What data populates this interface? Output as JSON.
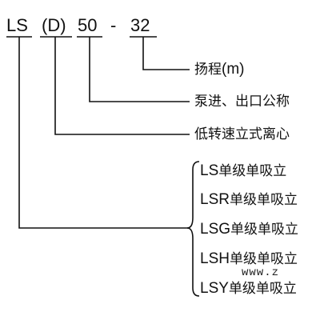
{
  "code": {
    "series": "LS",
    "variant": "(D)",
    "diameter": "50",
    "dash": "-",
    "head": "32"
  },
  "labels": {
    "head": {
      "prefix": "扬程",
      "suffix": "(m)"
    },
    "diameter": "泵进、出口公称",
    "series": "低转速立式离心"
  },
  "series_types": [
    {
      "code": "LS",
      "desc": "单级单吸立"
    },
    {
      "code": "LSR",
      "desc": "单级单吸立"
    },
    {
      "code": "LSG",
      "desc": "单级单吸立"
    },
    {
      "code": "LSH",
      "desc": "单级单吸立"
    },
    {
      "code": "LSY",
      "desc": "单级单吸立"
    }
  ],
  "watermark": "www.z",
  "colors": {
    "ink": "#111111",
    "background": "#ffffff"
  }
}
